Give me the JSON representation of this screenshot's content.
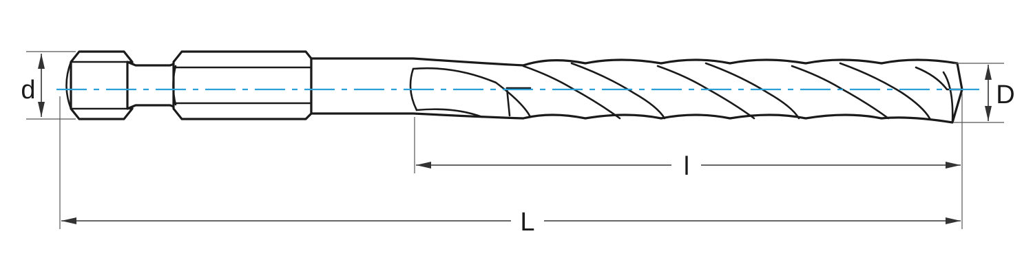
{
  "dimensions": {
    "shank_diameter": "d",
    "drill_diameter": "D",
    "flute_length": "l",
    "overall_length": "L"
  },
  "colors": {
    "centerline": "#2a9fd8",
    "outline": "#1a1a1a",
    "dimension": "#333333"
  }
}
